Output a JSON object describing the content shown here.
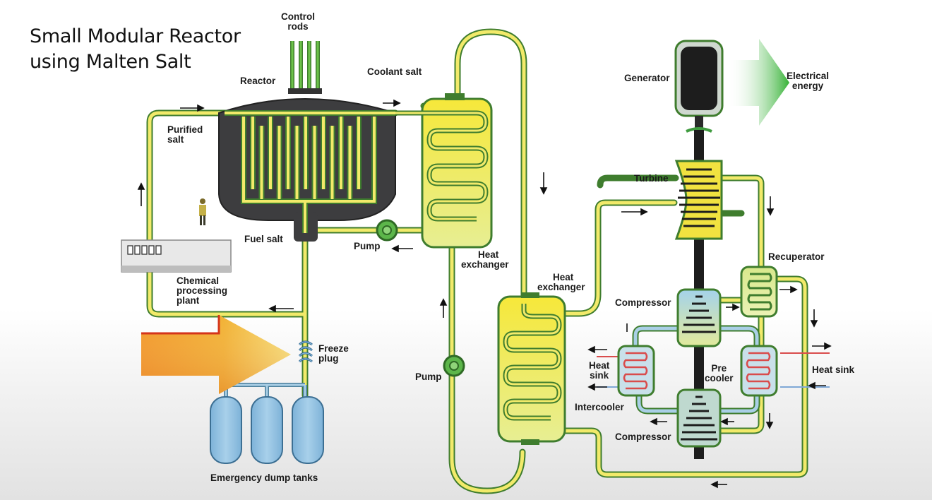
{
  "title": {
    "line1": "Small Modular Reactor",
    "line2": "using Malten Salt"
  },
  "labels": {
    "control_rods": [
      "Control",
      "rods"
    ],
    "reactor": "Reactor",
    "coolant_salt": "Coolant salt",
    "purified_salt": [
      "Purified",
      "salt"
    ],
    "fuel_salt": "Fuel salt",
    "pump_top": "Pump",
    "heat_exchanger_1": [
      "Heat",
      "exchanger"
    ],
    "chemical_plant": [
      "Chemical",
      "processing",
      "plant"
    ],
    "freeze_plug": [
      "Freeze",
      "plug"
    ],
    "pump_left": "Pump",
    "emergency_dump_tanks": "Emergency dump tanks",
    "heat_exchanger_2": [
      "Heat",
      "exchanger"
    ],
    "generator": "Generator",
    "electrical_energy": [
      "Electrical",
      "energy"
    ],
    "turbine": "Turbine",
    "recuperator": "Recuperator",
    "compressor_top": "Compressor",
    "heat_sink_left": [
      "Heat",
      "sink"
    ],
    "pre_cooler": [
      "Pre",
      "cooler"
    ],
    "heat_sink_right": "Heat sink",
    "intercooler": "Intercooler",
    "compressor_bottom": "Compressor"
  },
  "colors": {
    "yellow_pipe": "#f2ea6a",
    "green_outline": "#3e8a2e",
    "reactor_body": "#3d3d3f",
    "blue_pipe": "#a9cfe6",
    "red_pipe": "#d94c4c",
    "arrow_orange": "#f07a1a",
    "arrow_green": "#3cae3a"
  }
}
